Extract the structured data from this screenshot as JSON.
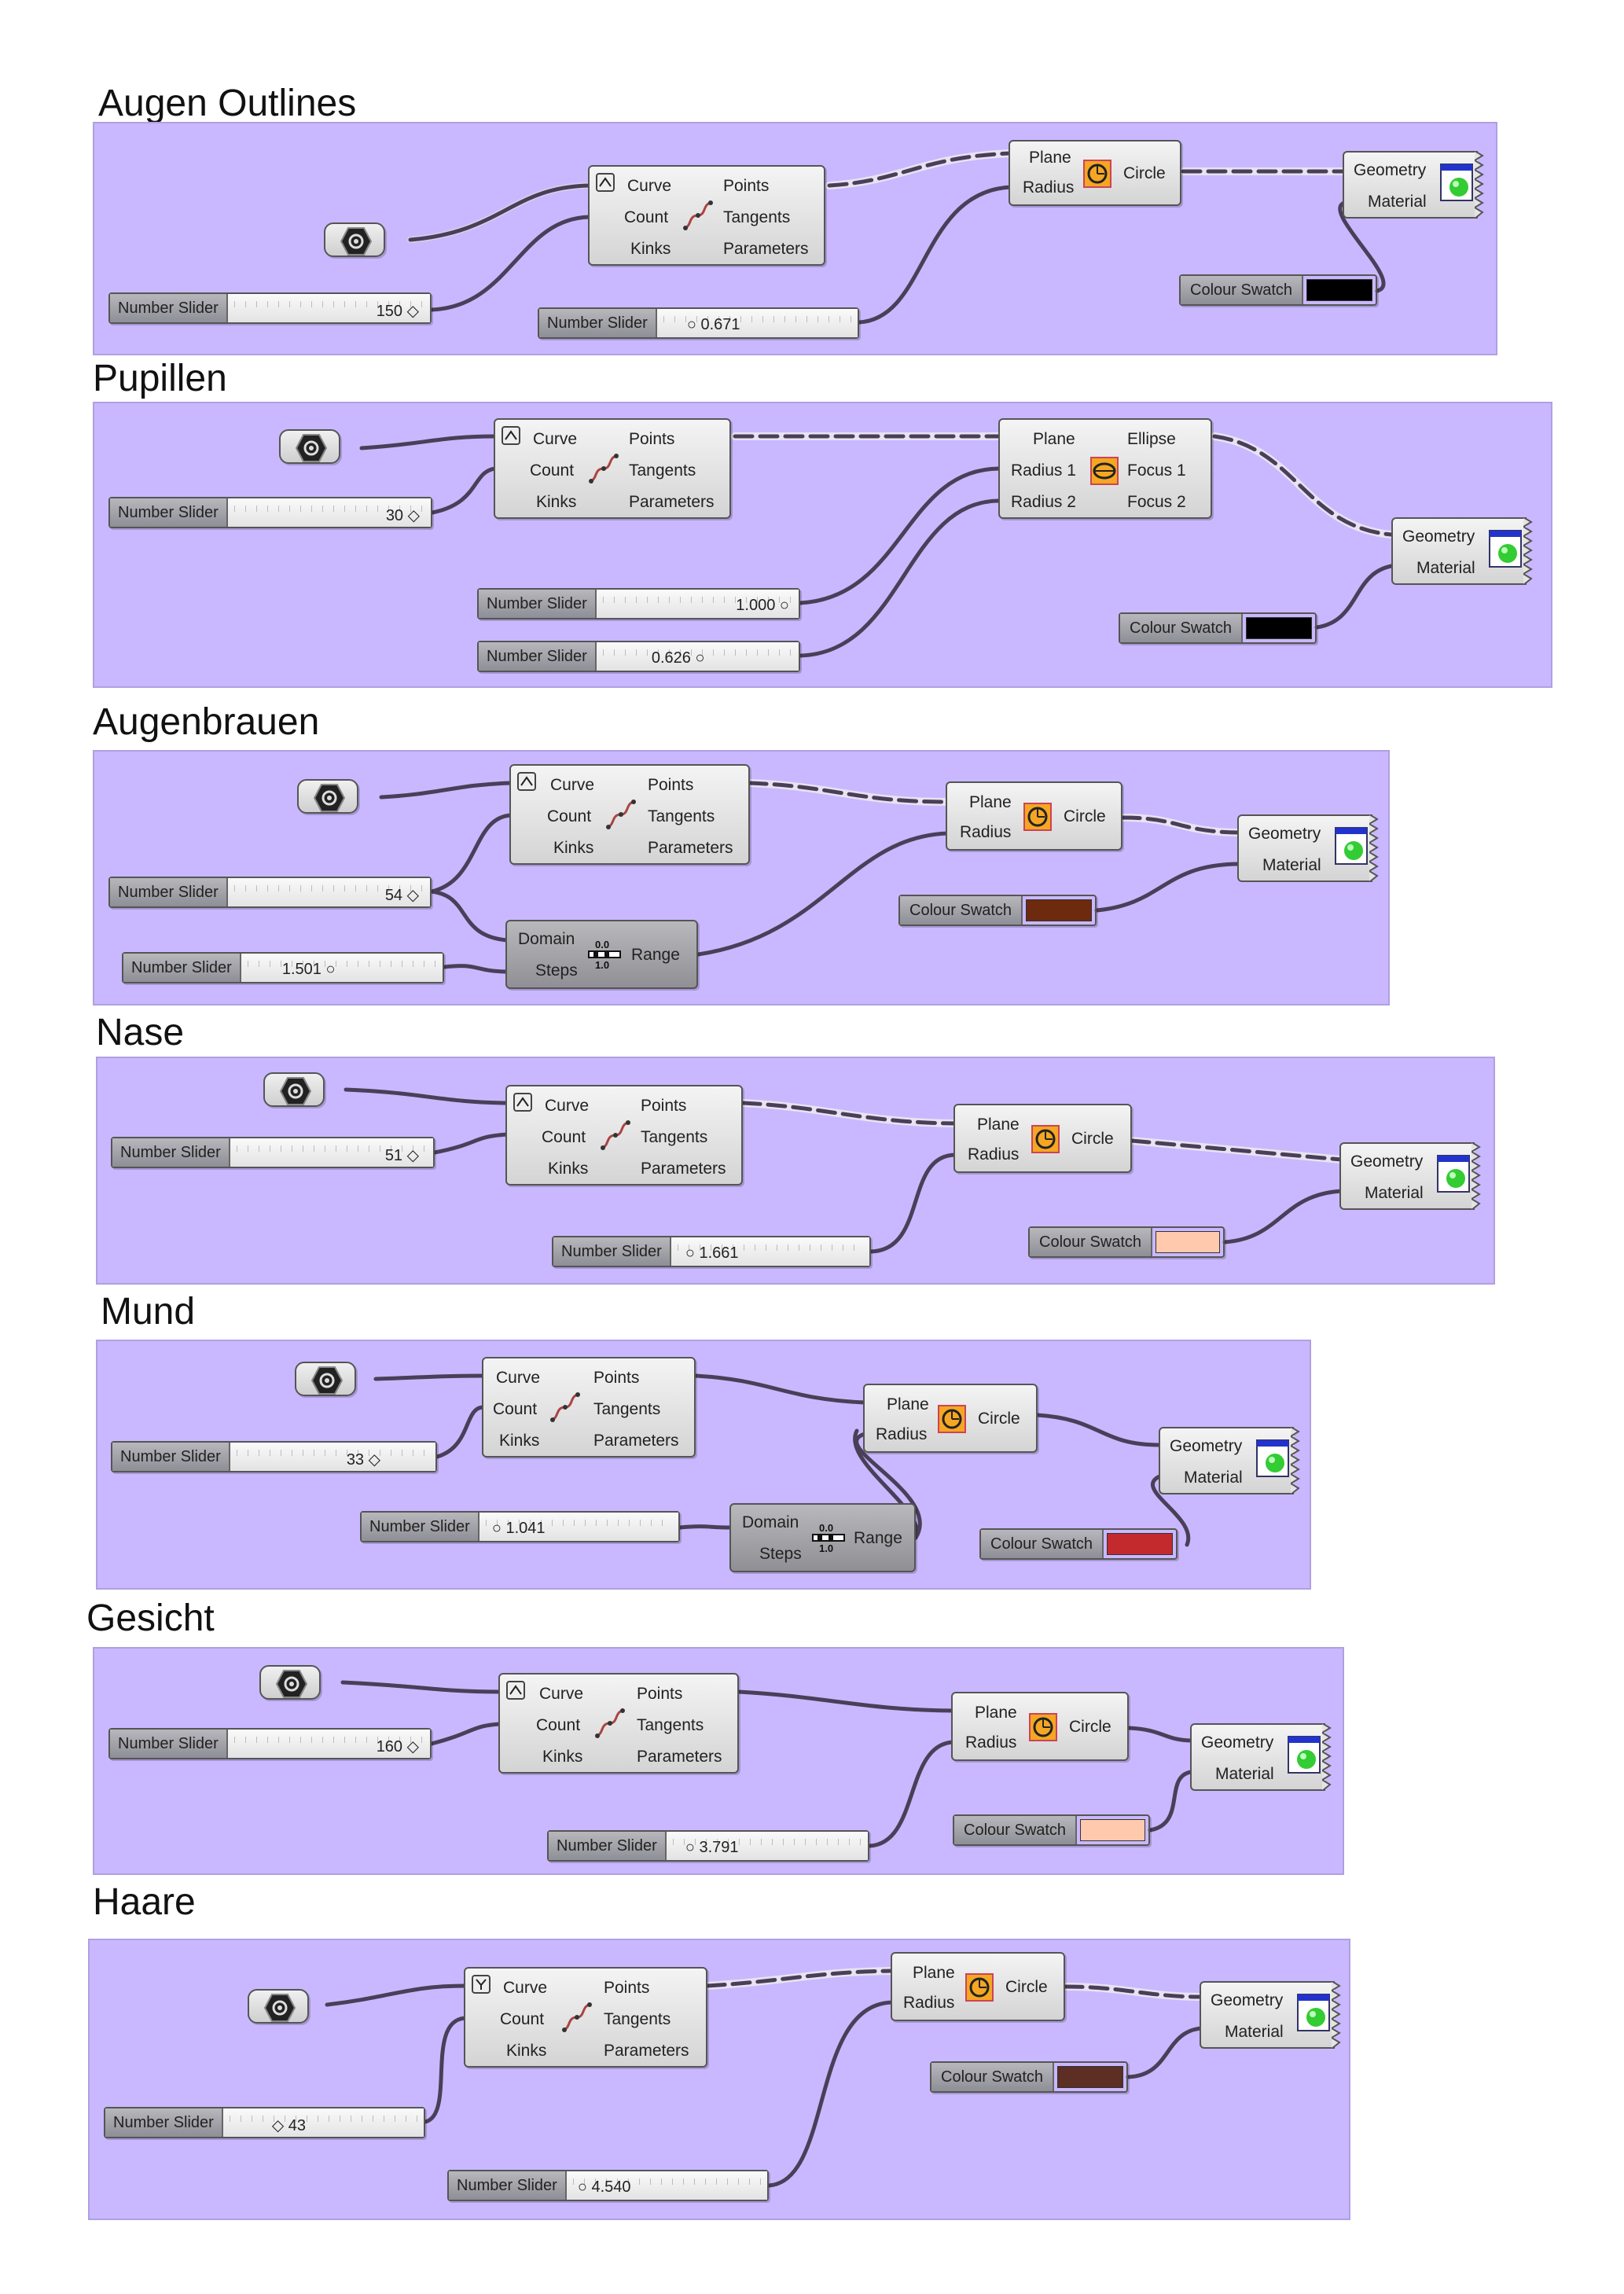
{
  "colors": {
    "panel": "#c9b8ff",
    "black": "#000000",
    "brown": "#6e2a0f",
    "skin": "#ffc9ad",
    "red": "#c22a2e",
    "hair": "#5c2e24"
  },
  "labels": {
    "curve": "Curve",
    "count": "Count",
    "kinks": "Kinks",
    "points": "Points",
    "tangents": "Tangents",
    "parameters": "Parameters",
    "plane": "Plane",
    "radius": "Radius",
    "circle": "Circle",
    "radius1": "Radius 1",
    "radius2": "Radius 2",
    "ellipse": "Ellipse",
    "focus1": "Focus 1",
    "focus2": "Focus 2",
    "geometry": "Geometry",
    "material": "Material",
    "number_slider": "Number Slider",
    "colour_swatch": "Colour Swatch",
    "domain": "Domain",
    "steps": "Steps",
    "range": "Range",
    "range_icon_top": "0.0",
    "range_icon_bottom": "1.0"
  },
  "sections": [
    {
      "title": "Augen Outlines",
      "count_slider": "150 ◇",
      "radius_slider": "0.671"
    },
    {
      "title": "Pupillen",
      "count_slider": "30 ◇",
      "radius1_slider": "1.000",
      "radius2_slider": "0.626"
    },
    {
      "title": "Augenbrauen",
      "count_slider": "54 ◇",
      "range_slider": "1.501"
    },
    {
      "title": "Nase",
      "count_slider": "51 ◇",
      "radius_slider": "1.661"
    },
    {
      "title": "Mund",
      "count_slider": "33 ◇",
      "range_slider": "1.041"
    },
    {
      "title": "Gesicht",
      "count_slider": "160 ◇",
      "radius_slider": "3.791"
    },
    {
      "title": "Haare",
      "count_slider": "◇ 43",
      "radius_slider": "4.540"
    }
  ]
}
